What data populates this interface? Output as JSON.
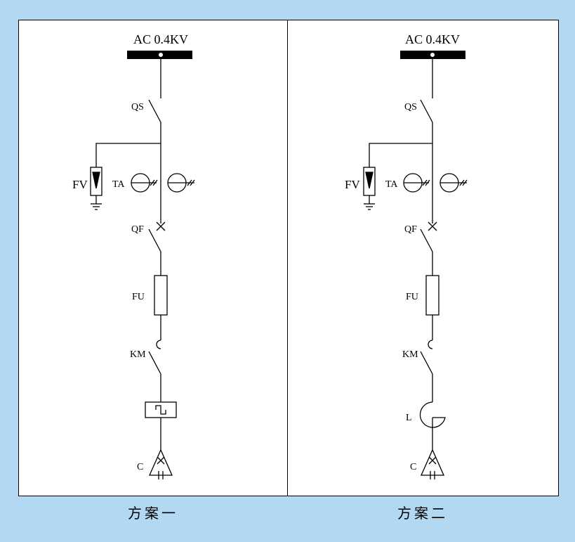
{
  "schemes": [
    {
      "caption": "方案一",
      "bus_label": "AC 0.4KV",
      "labels": {
        "qs": "QS",
        "fv": "FV",
        "ta": "TA",
        "qf": "QF",
        "fu": "FU",
        "km": "KM",
        "c": "C"
      },
      "load_element": "thermal-relay"
    },
    {
      "caption": "方案二",
      "bus_label": "AC 0.4KV",
      "labels": {
        "qs": "QS",
        "fv": "FV",
        "ta": "TA",
        "qf": "QF",
        "fu": "FU",
        "km": "KM",
        "l": "L",
        "c": "C"
      },
      "load_element": "reactor"
    }
  ],
  "colors": {
    "background": "#b3d9f2",
    "panel": "#ffffff",
    "line": "#000000"
  }
}
